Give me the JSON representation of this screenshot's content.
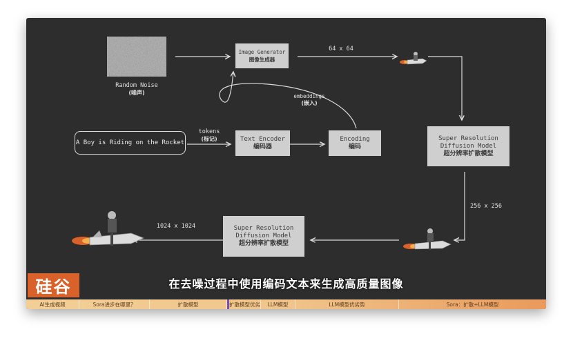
{
  "diagram": {
    "random_noise": {
      "en": "Random Noise",
      "zh": "(噪声)"
    },
    "image_generator": {
      "en": "Image Generator",
      "zh": "图像生成器"
    },
    "size_64": "64 x 64",
    "embeddings": {
      "en": "embeddings",
      "zh": "(嵌入)"
    },
    "prompt": "A Boy is Riding on the Rocket",
    "tokens": {
      "en": "tokens",
      "zh": "(标记)"
    },
    "text_encoder": {
      "en": "Text Encoder",
      "zh": "编码器"
    },
    "encoding": {
      "en": "Encoding",
      "zh": "编码"
    },
    "super_res_1": {
      "en": "Super Resolution\nDiffusion Model",
      "zh": "超分辨率扩散模型"
    },
    "size_256": "256 x 256",
    "super_res_2": {
      "en": "Super Resolution\nDiffusion Model",
      "zh": "超分辨率扩散模型"
    },
    "size_1024": "1024 x 1024"
  },
  "subtitle": "在去噪过程中使用编码文本来生成高质量图像",
  "logo": "硅谷",
  "nav": [
    {
      "label": "AI生成视频",
      "active": false
    },
    {
      "label": "Sora进步在哪里？",
      "active": false
    },
    {
      "label": "扩散模型",
      "active": false
    },
    {
      "label": "扩散模型优劣",
      "active": true
    },
    {
      "label": "LLM模型",
      "active": false
    },
    {
      "label": "LLM模型优劣势",
      "active": false
    },
    {
      "label": "Sora：扩散+LLM模型",
      "active": false
    }
  ],
  "colors": {
    "background": "#2d2d2d",
    "box": "#cfcfcf",
    "brand": "#d9622b",
    "nav_active": "#7a4fb3"
  }
}
